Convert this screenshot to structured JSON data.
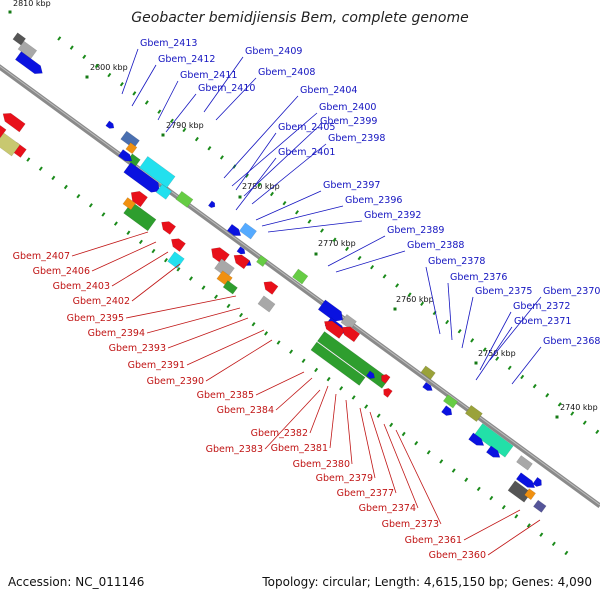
{
  "title": "Geobacter bemidjiensis Bem, complete genome",
  "footer": {
    "accession": "Accession: NC_011146",
    "summary": "Topology: circular; Length: 4,615,150 bp; Genes: 4,090"
  },
  "ticks": [
    "2810 kbp",
    "2800 kbp",
    "2790 kbp",
    "2780 kbp",
    "2770 kbp",
    "2760 kbp",
    "2750 kbp",
    "2740 kbp"
  ],
  "colors": {
    "forward_cds": "#0a12e0",
    "reverse_cds": "#e8101a",
    "backbone": "#888888",
    "blue_label": "#1515c0",
    "red_label": "#c01515"
  },
  "labels_top": [
    "Gbem_2413",
    "Gbem_2412",
    "Gbem_2411",
    "Gbem_2410",
    "Gbem_2409",
    "Gbem_2408",
    "Gbem_2404",
    "Gbem_2400",
    "Gbem_2405",
    "Gbem_2399",
    "Gbem_2398",
    "Gbem_2401",
    "Gbem_2397",
    "Gbem_2396",
    "Gbem_2392",
    "Gbem_2389",
    "Gbem_2388",
    "Gbem_2378",
    "Gbem_2376",
    "Gbem_2375",
    "Gbem_2370",
    "Gbem_2372",
    "Gbem_2371",
    "Gbem_2368"
  ],
  "labels_bottom": [
    "Gbem_2407",
    "Gbem_2406",
    "Gbem_2403",
    "Gbem_2402",
    "Gbem_2395",
    "Gbem_2394",
    "Gbem_2393",
    "Gbem_2391",
    "Gbem_2390",
    "Gbem_2385",
    "Gbem_2384",
    "Gbem_2382",
    "Gbem_2383",
    "Gbem_2381",
    "Gbem_2380",
    "Gbem_2379",
    "Gbem_2377",
    "Gbem_2374",
    "Gbem_2373",
    "Gbem_2361",
    "Gbem_2360"
  ]
}
